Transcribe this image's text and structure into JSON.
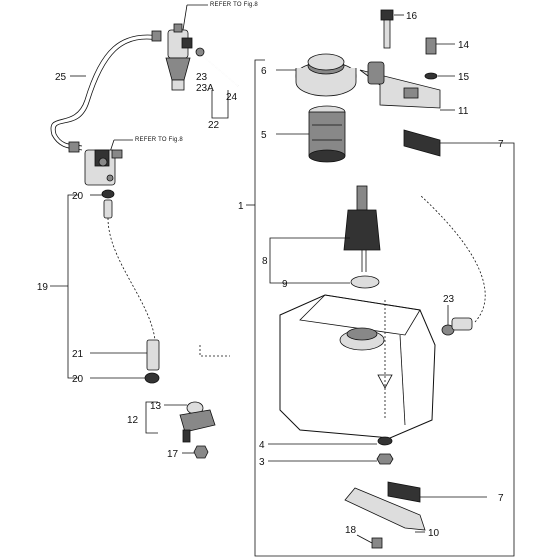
{
  "refs": {
    "ref_top": "REFER TO Fig.8",
    "ref_left": "REFER TO Fig.8"
  },
  "labels": {
    "p1": "1",
    "p3": "3",
    "p4": "4",
    "p5": "5",
    "p6": "6",
    "p7a": "7",
    "p7b": "7",
    "p8": "8",
    "p9": "9",
    "p10": "10",
    "p11": "11",
    "p12": "12",
    "p13": "13",
    "p14": "14",
    "p15": "15",
    "p16": "16",
    "p17": "17",
    "p18": "18",
    "p19": "19",
    "p20a": "20",
    "p20b": "20",
    "p21": "21",
    "p22": "22",
    "p23a": "23",
    "p23b": "23A",
    "p23c": "23",
    "p24": "24",
    "p25": "25"
  }
}
